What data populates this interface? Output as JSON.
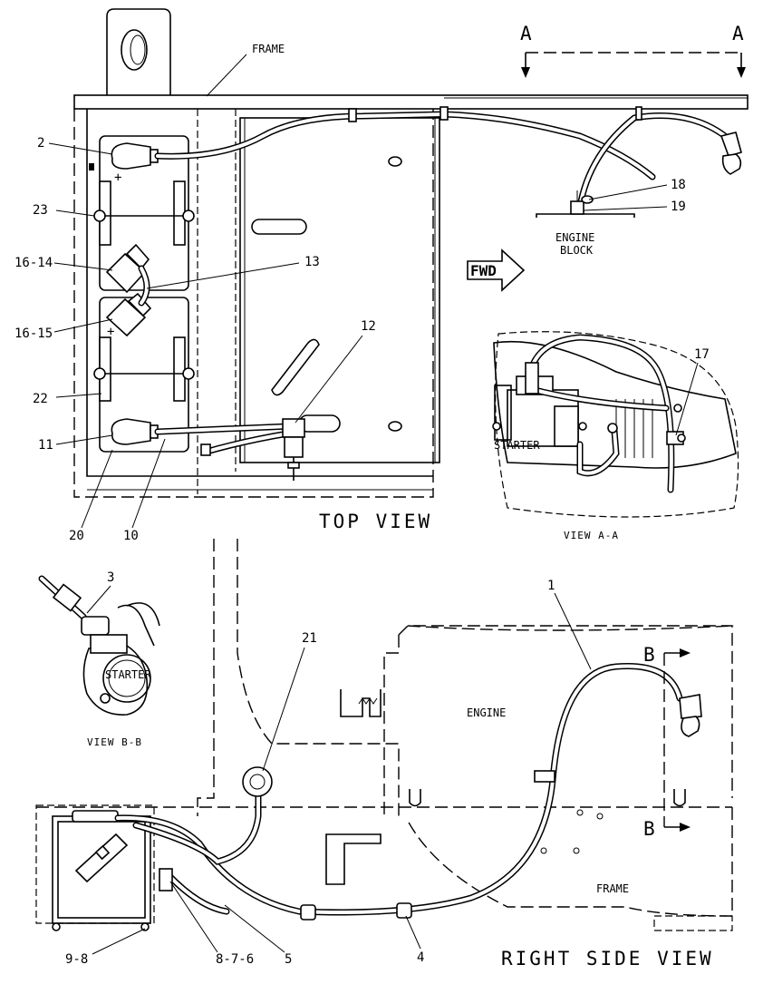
{
  "labels": {
    "frame_top": "FRAME",
    "section_a_left": "A",
    "section_a_right": "A",
    "engine_block_1": "ENGINE",
    "engine_block_2": "BLOCK",
    "fwd": "FWD",
    "top_view": "TOP VIEW",
    "starter_a": "STARTER",
    "view_aa": "VIEW A-A",
    "starter_b": "STARTER",
    "view_bb": "VIEW B-B",
    "engine": "ENGINE",
    "frame_side": "FRAME",
    "section_b_top": "B",
    "section_b_bottom": "B",
    "right_side_view": "RIGHT SIDE VIEW",
    "plus_top": "+",
    "plus_bottom": "+"
  },
  "callouts": {
    "c1": "1",
    "c2": "2",
    "c3": "3",
    "c4": "4",
    "c5": "5",
    "c8_7_6": "8-7-6",
    "c9_8": "9-8",
    "c10": "10",
    "c11": "11",
    "c12": "12",
    "c13": "13",
    "c16_14": "16-14",
    "c16_15": "16-15",
    "c17": "17",
    "c18": "18",
    "c19": "19",
    "c20": "20",
    "c21": "21",
    "c22": "22",
    "c23": "23"
  }
}
